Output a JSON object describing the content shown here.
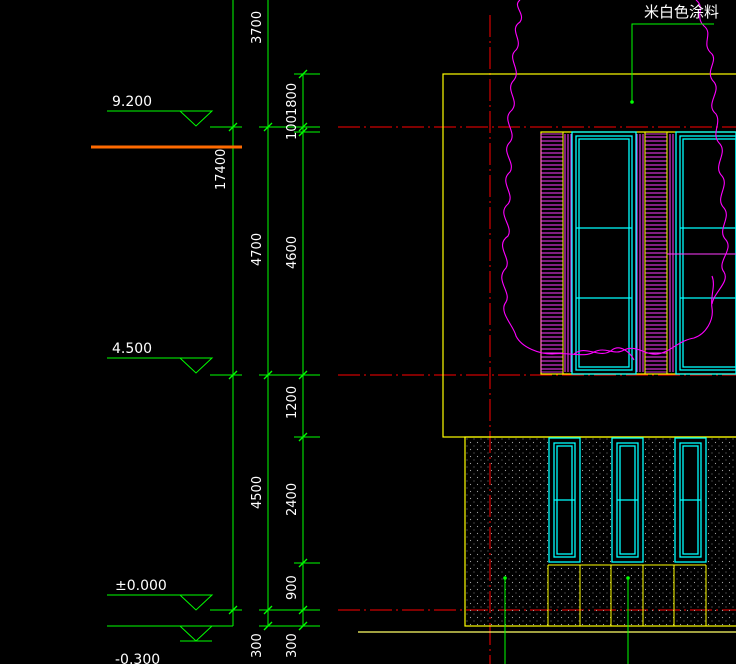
{
  "drawing": {
    "material_label": "米白色涂料",
    "elevations": [
      "9.200",
      "4.500",
      "±0.000",
      "-0.300"
    ],
    "dims_column1": [
      "3700",
      "17400",
      "4700",
      "4500",
      "300"
    ],
    "dims_column2": [
      "1800",
      "100",
      "4600",
      "1200",
      "2400",
      "900",
      "300"
    ],
    "colors": {
      "background": "#000000",
      "dimension": "#00ff00",
      "outline": "#ffff00",
      "window": "#00ffff",
      "tree": "#ff00ff",
      "axis": "#ff0000",
      "highlight": "#ff6a00"
    }
  }
}
